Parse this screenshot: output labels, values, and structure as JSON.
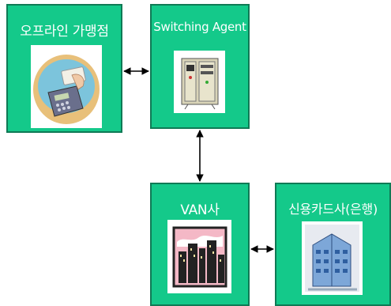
{
  "nodes": {
    "offline_merchant": {
      "label": "오프라인 가맹점",
      "icon": "card-terminal-icon"
    },
    "switching_agent": {
      "label": "Switching Agent",
      "icon": "server-cabinet-icon"
    },
    "van": {
      "label": "VAN사",
      "icon": "city-skyline-icon"
    },
    "card_company": {
      "label": "신용카드사(은행)",
      "icon": "office-building-icon"
    }
  },
  "edges": [
    {
      "from": "오프라인 가맹점",
      "to": "Switching Agent",
      "direction": "bidirectional"
    },
    {
      "from": "Switching Agent",
      "to": "VAN사",
      "direction": "bidirectional"
    },
    {
      "from": "VAN사",
      "to": "신용카드사(은행)",
      "direction": "bidirectional"
    }
  ],
  "colors": {
    "node_fill": "#14c98a",
    "node_border": "#0f7a55",
    "label_text": "#ffffff",
    "arrow": "#000000"
  }
}
